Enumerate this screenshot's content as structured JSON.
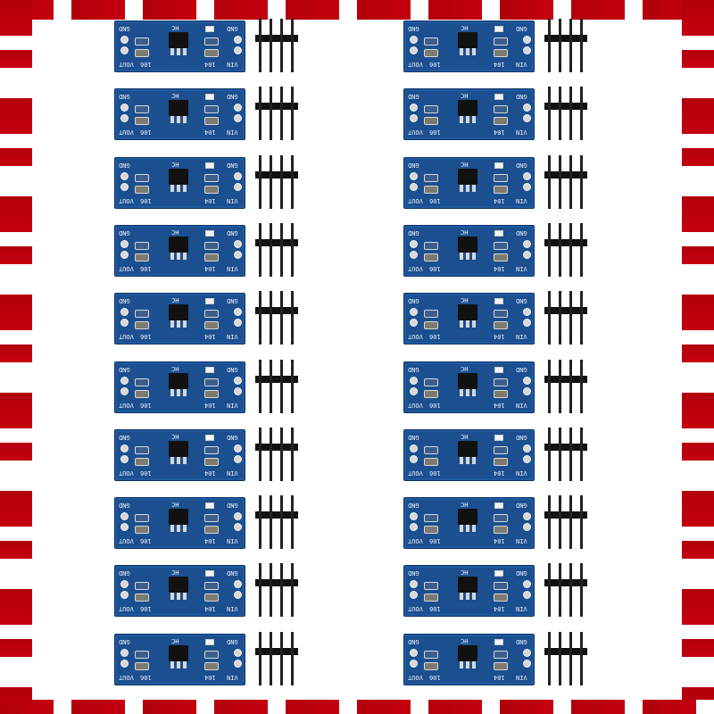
{
  "image": {
    "subject": "product photo grid",
    "module_labels": {
      "gnd": "GND",
      "vout": "VOUT",
      "vin": "VIN",
      "code_a": "106",
      "code_b": "104",
      "code_c": "HC"
    },
    "colors": {
      "pcb": "#1b4f8f",
      "frame": "#c40010",
      "background": "#ffffff"
    },
    "rows_per_column": 10,
    "columns": 2
  }
}
